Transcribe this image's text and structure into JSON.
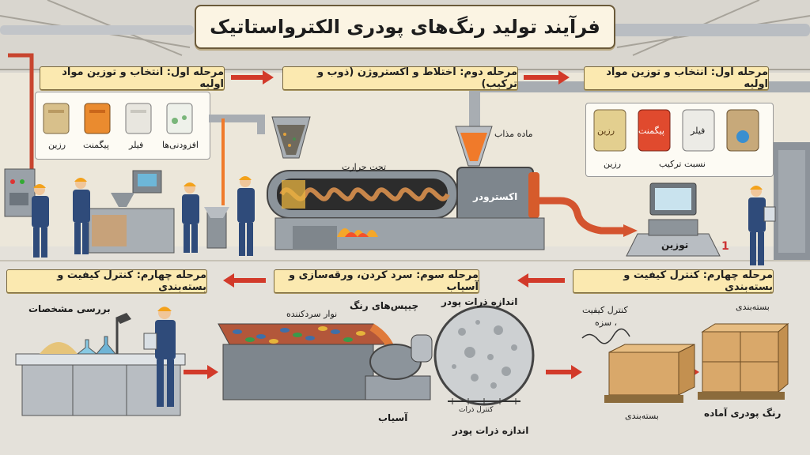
{
  "title": "فرآیند تولید رنگ‌های پودری الکترواستاتیک",
  "top_row": {
    "stage_left": "مرحله اول: انتخاب و توزین مواد اولیه",
    "stage_middle": "مرحله دوم: اختلاط و اکستروژن (ذوب و ترکیب)",
    "stage_right": "مرحله اول: انتخاب و توزین مواد اولیه"
  },
  "bottom_row": {
    "stage_left": "مرحله چهارم: کنترل کیفیت و بسته‌بندی",
    "stage_middle": "مرحله سوم: سرد کردن، ورقه‌سازی و آسیاب",
    "stage_right": "مرحله چهارم: کنترل کیفیت و بسته‌بندی"
  },
  "left_materials": [
    "رزین",
    "پیگمنت",
    "فیلر",
    "افزودنی‌ها"
  ],
  "right_materials": {
    "bags": [
      "رزین",
      "پیگمنت",
      "فیلر"
    ],
    "under_label_left": "رزین",
    "under_label_right": "نسبت ترکیب"
  },
  "labels": {
    "molten_material": "ماده مذاب",
    "under_heat": "تحت حرارت",
    "extruder": "اکسترودر",
    "weighing": "توزین",
    "step_number": "1",
    "spec_check": "بررسی مشخصات",
    "cooling_belt": "نوار سردکننده",
    "paint_chips": "چیپس‌های رنگ",
    "particle_size_top": "اندازه ذرات پودر",
    "particle_size_bottom": "اندازه ذرات پودر",
    "scale_caption": "کنترل ذرات",
    "mill": "آسیاب",
    "quality_control": "کنترل کیفیت",
    "shade": "، سزه",
    "packaging_top": "بسته‌بندی",
    "packaging_bottom": "بسته‌بندی",
    "ready_powder": "رنگ پودری آماده"
  },
  "colors": {
    "banner_fill": "#fbe9b0",
    "arrow_red": "#d23a2a",
    "worker_blue": "#2f4b7a",
    "helmet_orange": "#f3a21b",
    "molten_orange": "#f07a2a",
    "machine_grey": "#8c949b"
  }
}
